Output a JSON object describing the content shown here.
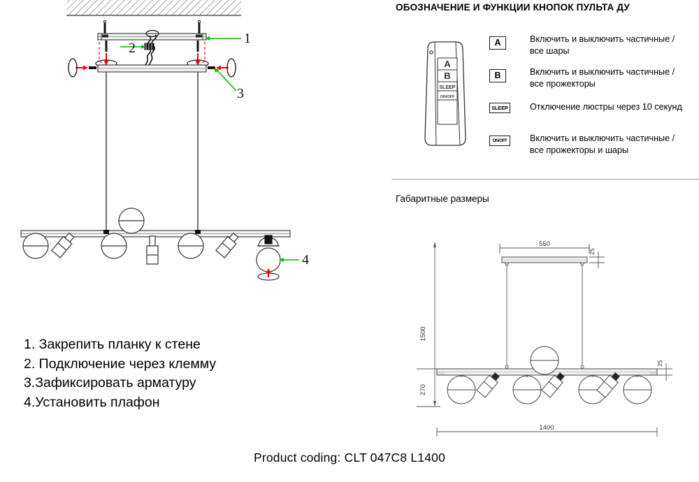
{
  "remote_legend": {
    "heading": "ОБОЗНАЧЕНИЕ И ФУНКЦИИ КНОПОК ПУЛЬТА ДУ",
    "remote_buttons": [
      "A",
      "B",
      "SLEEP",
      "ON/OFF"
    ],
    "rows": [
      {
        "button": "A",
        "description": "Включить и выключить частичные /\nвсе шары"
      },
      {
        "button": "B",
        "description": "Включить и выключить частичные /\nвсе прожекторы"
      },
      {
        "button": "SLEEP",
        "description": "Отключение люстры через 10 секунд"
      },
      {
        "button": "ON/OFF",
        "description": "Включить и выключить частичные /\nвсе прожекторы и шары"
      }
    ]
  },
  "dimensions": {
    "heading": "Габаритные размеры",
    "canopy_length": "550",
    "canopy_height": "25",
    "drop_height": "1500",
    "bar_drop": "270",
    "bar_height": "25",
    "bar_length": "1400"
  },
  "installation": {
    "steps": [
      "1. Закрепить планку к стене",
      "2. Подключение через клемму",
      "3.Зафиксировать арматуру",
      "4.Установить плафон"
    ],
    "callouts": [
      "1",
      "2",
      "3",
      "4"
    ]
  },
  "footer": {
    "product_coding": "Product coding: CLT 047C8 L1400"
  },
  "colors": {
    "leader_green": "#00c000",
    "arrow_red": "#ff0000",
    "line_black": "#1a1a1a",
    "dim_gray": "#555555",
    "divider": "#9a9a9a"
  }
}
